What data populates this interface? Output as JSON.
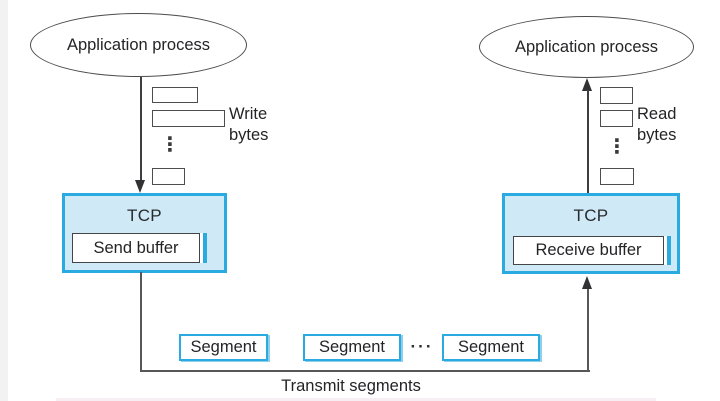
{
  "colors": {
    "accent_cyan": "#29abe2",
    "tcp_box_fill": "#cfe9f6",
    "outline_dark": "#4d4d4f",
    "text": "#242427"
  },
  "sender": {
    "app_label": "Application process",
    "bytes_label": "Write bytes",
    "tcp_label": "TCP",
    "buffer_label": "Send buffer"
  },
  "receiver": {
    "app_label": "Application process",
    "bytes_label": "Read bytes",
    "tcp_label": "TCP",
    "buffer_label": "Receive buffer"
  },
  "transport": {
    "segments": [
      "Segment",
      "Segment",
      "Segment"
    ],
    "ellipsis": "···",
    "label": "Transmit segments"
  },
  "icons": {
    "vertical_dots": "⋮"
  }
}
